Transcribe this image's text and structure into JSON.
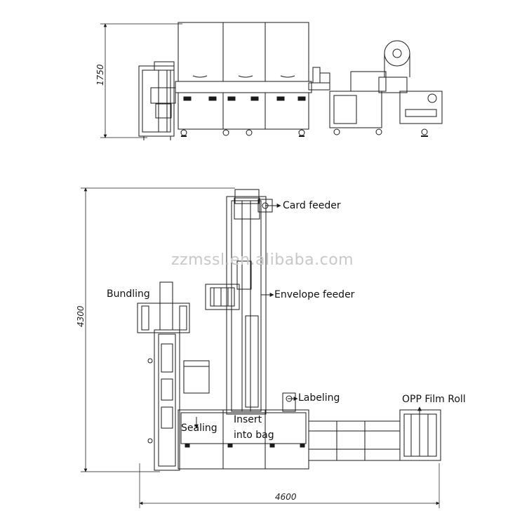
{
  "dimensions": {
    "side_height": "1750",
    "plan_depth": "4300",
    "plan_width": "4600"
  },
  "watermark": "zzmssl.en.alibaba.com",
  "labels": {
    "card_feeder": "Card feeder",
    "bundling": "Bundling",
    "envelope_feeder": "Envelope feeder",
    "labeling": "Labeling",
    "opp_film_roll": "OPP Film Roll",
    "sealing": "Sealing",
    "insert_line1": "Insert",
    "insert_line2": "into bag"
  },
  "colors": {
    "line": "#1a1a1a",
    "background": "#ffffff",
    "watermark": "#c8c8c8"
  }
}
